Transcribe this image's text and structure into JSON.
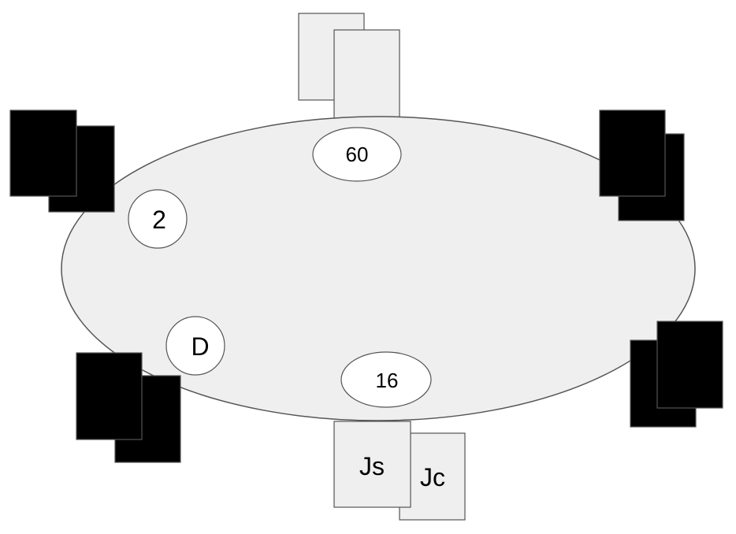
{
  "colors": {
    "table_fill": "#efefef",
    "table_stroke": "#555555",
    "face_down_card": "#000000",
    "face_up_card": "#efefef",
    "chip_fill": "#ffffff",
    "card_stroke": "#555555"
  },
  "chips": {
    "top_bet": "60",
    "left_bet": "2",
    "dealer_button": "D",
    "hero_bet": "16"
  },
  "hero_cards": {
    "card_1": "Js",
    "card_2": "Jc"
  }
}
